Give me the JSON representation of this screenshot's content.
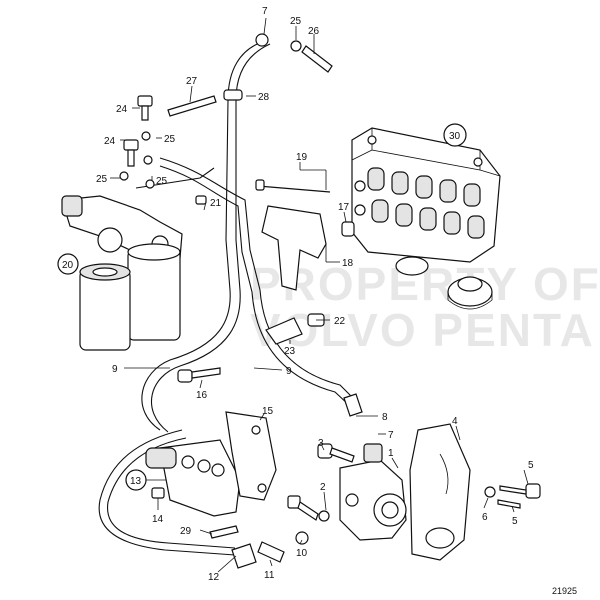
{
  "diagram": {
    "reference_number": "21925",
    "watermark_lines": [
      "PROPERTY OF",
      "VOLVO PENTA"
    ],
    "callouts": [
      {
        "id": "c7a",
        "text": "7"
      },
      {
        "id": "c25a",
        "text": "25"
      },
      {
        "id": "c26",
        "text": "26"
      },
      {
        "id": "c27",
        "text": "27"
      },
      {
        "id": "c28",
        "text": "28"
      },
      {
        "id": "c24a",
        "text": "24"
      },
      {
        "id": "c24b",
        "text": "24"
      },
      {
        "id": "c25b",
        "text": "25"
      },
      {
        "id": "c25c",
        "text": "25"
      },
      {
        "id": "c25d",
        "text": "25"
      },
      {
        "id": "c21",
        "text": "21"
      },
      {
        "id": "c30",
        "text": "30"
      },
      {
        "id": "c19",
        "text": "19"
      },
      {
        "id": "c17",
        "text": "17"
      },
      {
        "id": "c18",
        "text": "18"
      },
      {
        "id": "c20",
        "text": "20"
      },
      {
        "id": "c22",
        "text": "22"
      },
      {
        "id": "c23",
        "text": "23"
      },
      {
        "id": "c9a",
        "text": "9"
      },
      {
        "id": "c9b",
        "text": "9"
      },
      {
        "id": "c16",
        "text": "16"
      },
      {
        "id": "c8",
        "text": "8"
      },
      {
        "id": "c15",
        "text": "15"
      },
      {
        "id": "c7b",
        "text": "7"
      },
      {
        "id": "c4",
        "text": "4"
      },
      {
        "id": "c3",
        "text": "3"
      },
      {
        "id": "c1",
        "text": "1"
      },
      {
        "id": "c13",
        "text": "13"
      },
      {
        "id": "c2",
        "text": "2"
      },
      {
        "id": "c5a",
        "text": "5"
      },
      {
        "id": "c6",
        "text": "6"
      },
      {
        "id": "c5b",
        "text": "5"
      },
      {
        "id": "c14",
        "text": "14"
      },
      {
        "id": "c29",
        "text": "29"
      },
      {
        "id": "c10",
        "text": "10"
      },
      {
        "id": "c11",
        "text": "11"
      },
      {
        "id": "c12",
        "text": "12"
      }
    ]
  }
}
